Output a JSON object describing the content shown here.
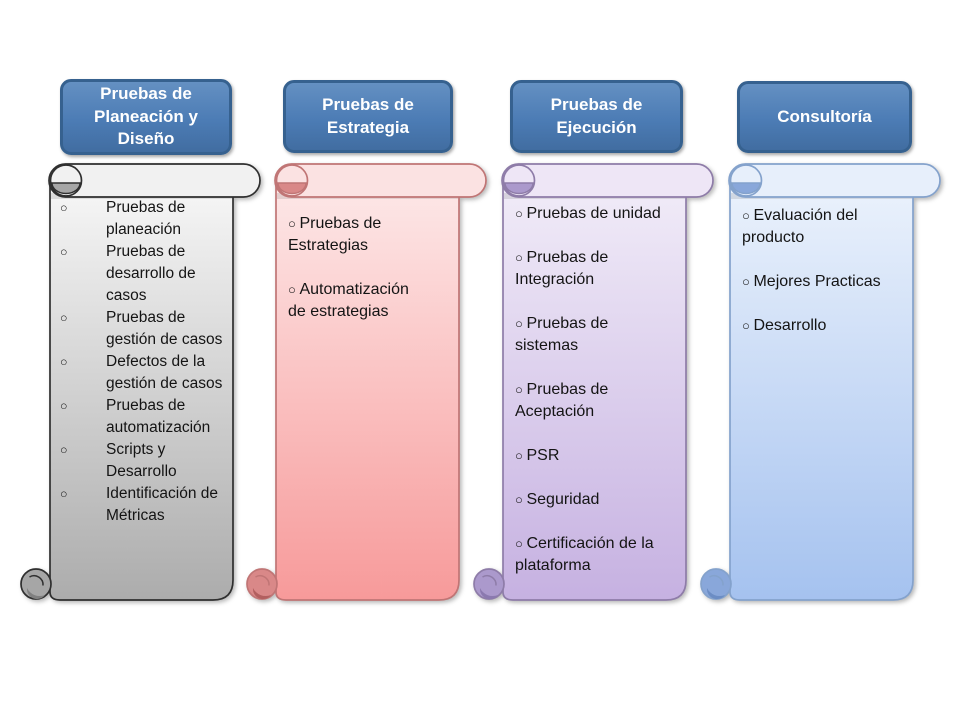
{
  "bullet_char": "○",
  "header_style": {
    "fill": "#4C7CB5",
    "fill_top": "#6490C2",
    "fill_bottom": "#416DA1",
    "border": "#36618F",
    "text_color": "#FFFFFF"
  },
  "columns": [
    {
      "title": "Pruebas de Planeación y Diseño",
      "theme": {
        "outline": "#2F2F2F",
        "body_top": "#F7F7F7",
        "body_bottom": "#ACACAC",
        "roll": "#F1F1F1",
        "curl": "#A6A6A6",
        "curl_dark": "#808080"
      },
      "items": [
        "Pruebas de planeación",
        "Pruebas de desarrollo de casos",
        "Pruebas de gestión de casos",
        "Defectos de la gestión de casos",
        "Pruebas de automatización",
        "Scripts y Desarrollo",
        "Identificación de Métricas"
      ]
    },
    {
      "title": "Pruebas de Estrategia",
      "theme": {
        "outline": "#C07575",
        "body_top": "#FDE8E8",
        "body_bottom": "#F79A9A",
        "roll": "#FBE2E2",
        "curl": "#D98888",
        "curl_dark": "#B25F5F"
      },
      "items": [
        "Pruebas de Estrategias",
        "Automatización de estrategias"
      ]
    },
    {
      "title": "Pruebas de Ejecución",
      "theme": {
        "outline": "#8E7CA8",
        "body_top": "#F1ECF8",
        "body_bottom": "#C6B1E1",
        "roll": "#EEE6F6",
        "curl": "#AB99CC",
        "curl_dark": "#8B79AF"
      },
      "items": [
        "Pruebas de unidad",
        "Pruebas de Integración",
        "Pruebas de sistemas",
        "Pruebas de Aceptación",
        "PSR",
        "Seguridad",
        "Certificación de la plataforma"
      ]
    },
    {
      "title": "Consultoría",
      "theme": {
        "outline": "#84A2CC",
        "body_top": "#EBF2FC",
        "body_bottom": "#A5C2EF",
        "roll": "#E7EFFB",
        "curl": "#89A7DA",
        "curl_dark": "#6C8DC4"
      },
      "items": [
        "Evaluación del producto",
        "Mejores Practicas",
        "Desarrollo"
      ]
    }
  ]
}
